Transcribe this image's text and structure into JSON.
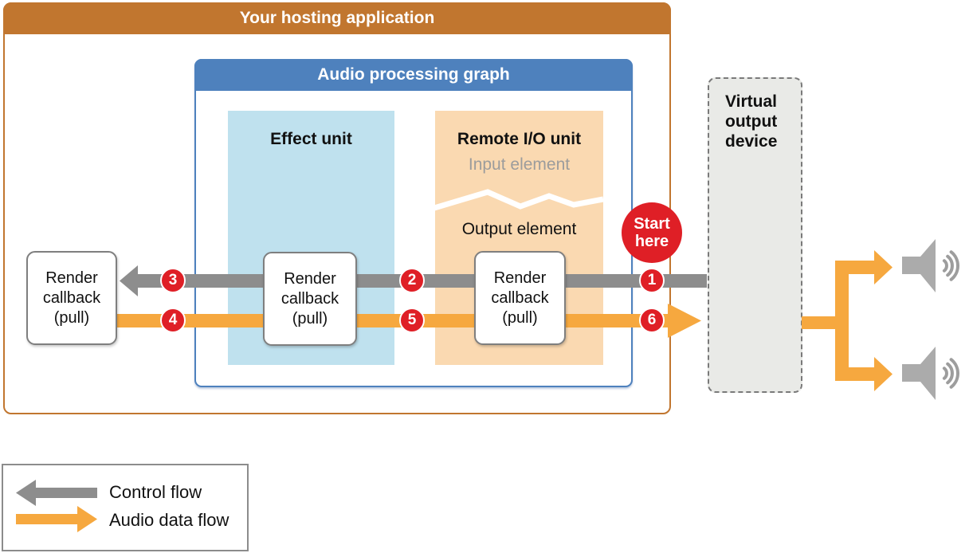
{
  "hosting_app": {
    "title": "Your hosting application"
  },
  "graph": {
    "title": "Audio processing graph"
  },
  "effect_unit": {
    "title": "Effect unit"
  },
  "remote_io": {
    "title": "Remote I/O unit",
    "input_label": "Input element",
    "output_label": "Output element"
  },
  "render_callback": {
    "label": "Render callback (pull)"
  },
  "virtual_device": {
    "title": "Virtual output device"
  },
  "start_here": {
    "label": "Start here"
  },
  "flow": {
    "badges": [
      "1",
      "2",
      "3",
      "4",
      "5",
      "6"
    ]
  },
  "legend": {
    "control_label": "Control flow",
    "audio_label": "Audio data flow"
  },
  "colors": {
    "hosting_header": "#C1762F",
    "graph_header": "#4E81BD",
    "effect_fill": "#BFE1EE",
    "remote_fill": "#FAD9B1",
    "device_fill": "#E9EAE7",
    "control_flow_gray": "#8D8D8D",
    "audio_flow_orange": "#F6A83F",
    "badge_red": "#DF1F26",
    "speaker_gray": "#ABABAB"
  }
}
